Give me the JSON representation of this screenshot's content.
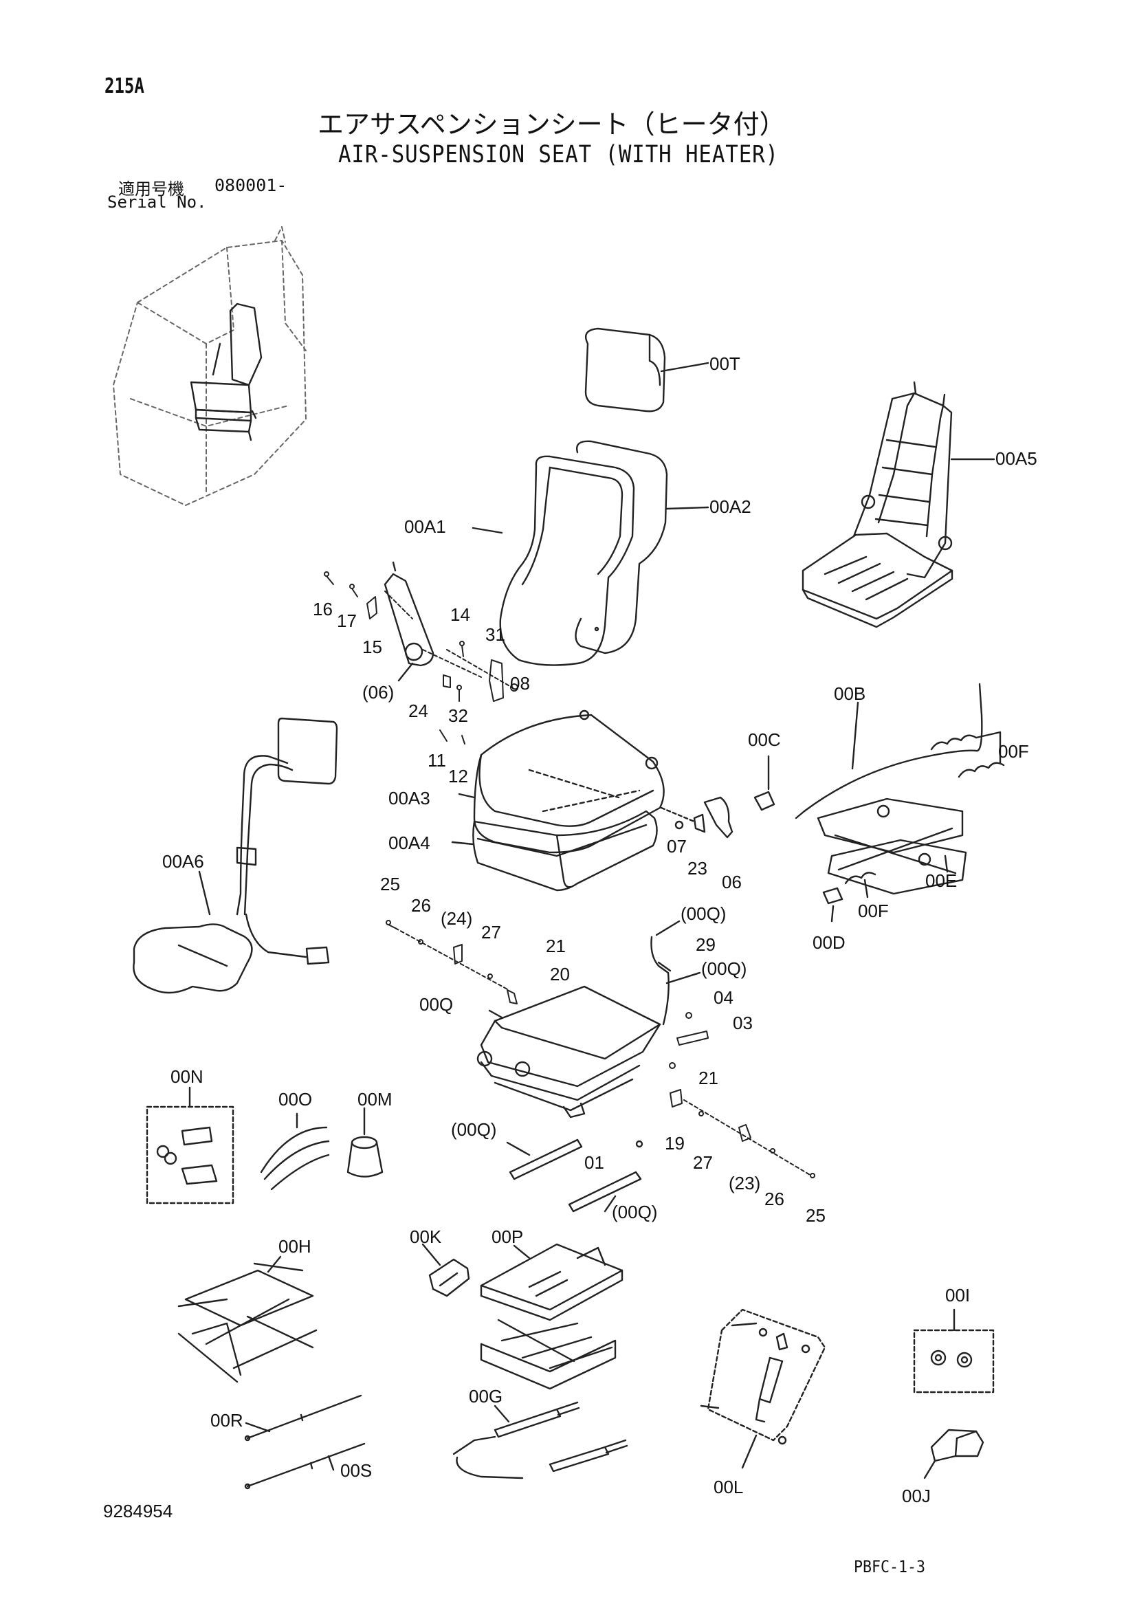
{
  "header": {
    "page_no": "215A",
    "title_jp": "エアサスペンションシート（ヒータ付）",
    "title_en": "AIR-SUSPENSION SEAT (WITH HEATER)",
    "serial_label_jp": "適用号機",
    "serial_value": "080001-",
    "serial_label_en": "Serial No."
  },
  "footer": {
    "doc_no": "9284954",
    "sheet_code": "PBFC-1-3"
  },
  "parts": {
    "p00T": "00T",
    "p00A5": "00A5",
    "p00A2": "00A2",
    "p00A1": "00A1",
    "p16": "16",
    "p17": "17",
    "p15": "15",
    "p14": "14",
    "p31": "31",
    "p06a": "(06)",
    "p24": "24",
    "p32": "32",
    "p08": "08",
    "p11": "11",
    "p12": "12",
    "p00A3": "00A3",
    "p00A4": "00A4",
    "p07": "07",
    "p23": "23",
    "p06": "06",
    "p00A6": "00A6",
    "p00B": "00B",
    "p00C": "00C",
    "p00Fa": "00F",
    "p00E": "00E",
    "p00Fb": "00F",
    "p00D": "00D",
    "p25a": "25",
    "p26a": "26",
    "p24b": "(24)",
    "p27a": "27",
    "p21a": "21",
    "p20": "20",
    "p00Qb": "(00Q)",
    "p29": "29",
    "p00Qc": "(00Q)",
    "p00Q": "00Q",
    "p04": "04",
    "p03": "03",
    "p21b": "21",
    "p00N": "00N",
    "p00O": "00O",
    "p00M": "00M",
    "p00Qd": "(00Q)",
    "p01": "01",
    "p19": "19",
    "p27b": "27",
    "p23b": "(23)",
    "p26b": "26",
    "p25b": "25",
    "p00Qe": "(00Q)",
    "p00H": "00H",
    "p00K": "00K",
    "p00P": "00P",
    "p00I": "00I",
    "p00R": "00R",
    "p00S": "00S",
    "p00G": "00G",
    "p00L": "00L",
    "p00J": "00J"
  }
}
